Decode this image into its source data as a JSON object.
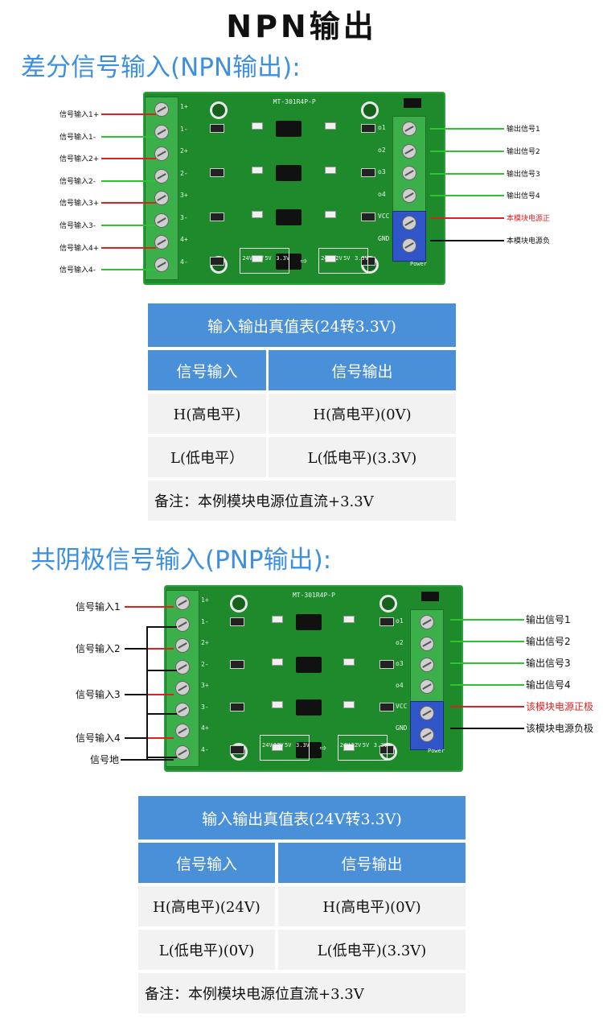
{
  "title": "NPN输出",
  "section1": {
    "heading": "差分信号输入(NPN输出):",
    "board_label": "MT-301R4P-P",
    "left_labels": [
      "信号输入1+",
      "信号输入1-",
      "信号输入2+",
      "信号输入2-",
      "信号输入3+",
      "信号输入3-",
      "信号输入4+",
      "信号输入4-"
    ],
    "left_colors": [
      "#e02020",
      "#2fc42f",
      "#e02020",
      "#2fc42f",
      "#e02020",
      "#2fc42f",
      "#e02020",
      "#2fc42f"
    ],
    "right_labels": [
      "输出信号1",
      "输出信号2",
      "输出信号3",
      "输出信号4",
      "本模块电源正",
      "本模块电源负"
    ],
    "right_colors": [
      "#2fc42f",
      "#2fc42f",
      "#2fc42f",
      "#2fc42f",
      "#e02020",
      "#111111"
    ],
    "pin_labels": [
      "1+",
      "1-",
      "2+",
      "2-",
      "3+",
      "3-",
      "4+",
      "4-"
    ],
    "out_pins": [
      "o1",
      "o2",
      "o3",
      "o4",
      "VCC",
      "GND"
    ],
    "table": {
      "title": "输入输出真值表(24转3.3V)",
      "col1": "信号输入",
      "col2": "信号输出",
      "rows": [
        [
          "H(高电平)",
          "H(高电平)(0V)"
        ],
        [
          "L(低电平）",
          "L(低电平)(3.3V)"
        ]
      ],
      "note": "备注：本例模块电源位直流+3.3V"
    }
  },
  "section2": {
    "heading": "共阴极信号输入(PNP输出):",
    "board_label": "MT-301R4P-P",
    "left_labels": [
      "信号输入1",
      "信号输入2",
      "信号输入3",
      "信号输入4",
      "信号地"
    ],
    "right_labels": [
      "输出信号1",
      "输出信号2",
      "输出信号3",
      "输出信号4",
      "该模块电源正极",
      "该模块电源负极"
    ],
    "right_colors": [
      "#2fc42f",
      "#2fc42f",
      "#2fc42f",
      "#2fc42f",
      "#e02020",
      "#111111"
    ],
    "table": {
      "title": "输入输出真值表(24V转3.3V)",
      "col1": "信号输入",
      "col2": "信号输出",
      "rows": [
        [
          "H(高电平)(24V)",
          "H(高电平)(0V)"
        ],
        [
          "L(低电平)(0V)",
          "L(低电平)(3.3V)"
        ]
      ],
      "note": "备注：本例模块电源位直流+3.3V"
    }
  },
  "voltage_labels": [
    "24V",
    "12V",
    "5V",
    "3.3V"
  ],
  "colors": {
    "accent": "#4a90d9",
    "heading": "#3d8fe0",
    "pcb": "#1f8a2c"
  }
}
